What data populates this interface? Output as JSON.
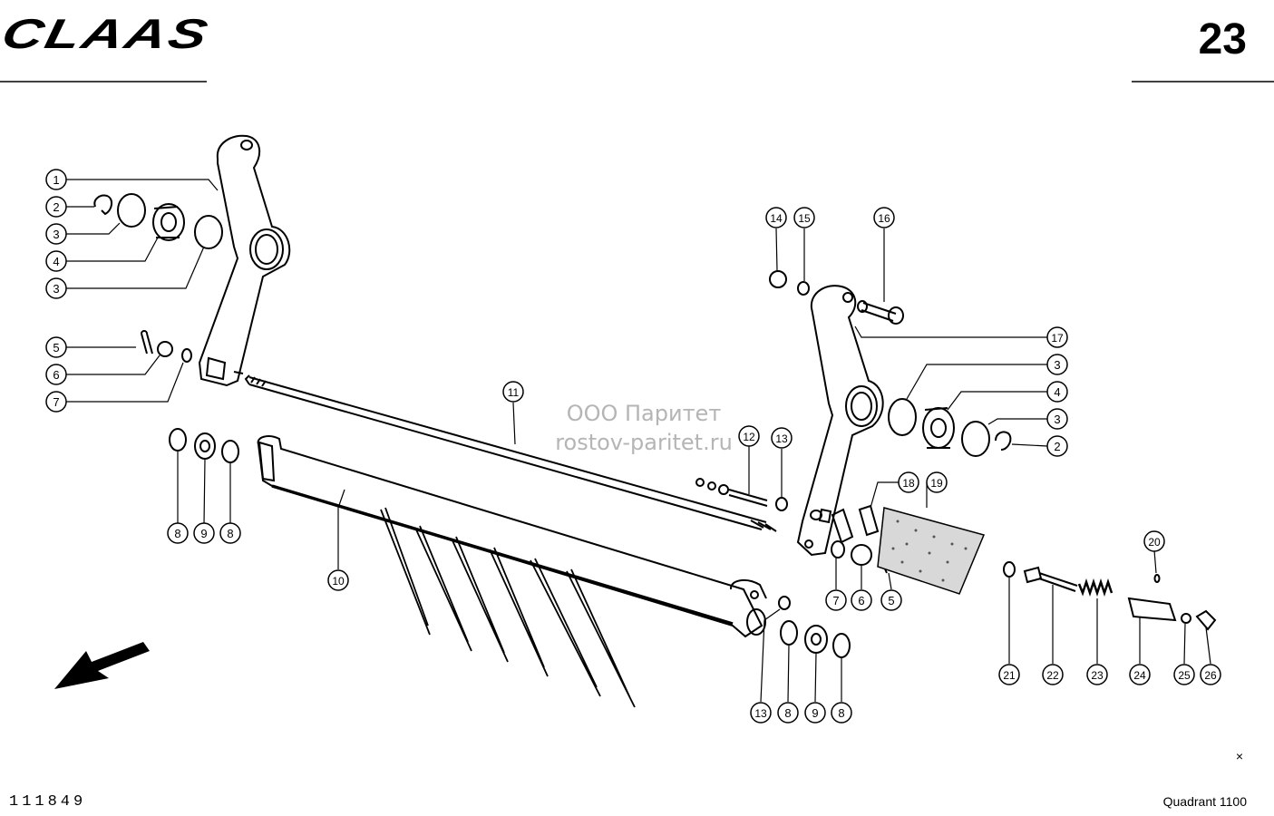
{
  "header": {
    "logo_text": "CLAAS",
    "page_number": "23"
  },
  "footer": {
    "drawing_number": "111849",
    "model": "Quadrant 1100",
    "corner_mark": "×"
  },
  "watermark": {
    "company": "ООО Паритет",
    "site": "rostov-paritet.ru"
  },
  "callouts": [
    {
      "id": "c1",
      "label": "1"
    },
    {
      "id": "c2a",
      "label": "2"
    },
    {
      "id": "c3a",
      "label": "3"
    },
    {
      "id": "c4a",
      "label": "4"
    },
    {
      "id": "c3b",
      "label": "3"
    },
    {
      "id": "c5a",
      "label": "5"
    },
    {
      "id": "c6a",
      "label": "6"
    },
    {
      "id": "c7a",
      "label": "7"
    },
    {
      "id": "c8a",
      "label": "8"
    },
    {
      "id": "c9a",
      "label": "9"
    },
    {
      "id": "c8b",
      "label": "8"
    },
    {
      "id": "c10",
      "label": "10"
    },
    {
      "id": "c11",
      "label": "11"
    },
    {
      "id": "c12",
      "label": "12"
    },
    {
      "id": "c13a",
      "label": "13"
    },
    {
      "id": "c14",
      "label": "14"
    },
    {
      "id": "c15",
      "label": "15"
    },
    {
      "id": "c16",
      "label": "16"
    },
    {
      "id": "c17",
      "label": "17"
    },
    {
      "id": "c3c",
      "label": "3"
    },
    {
      "id": "c4b",
      "label": "4"
    },
    {
      "id": "c3d",
      "label": "3"
    },
    {
      "id": "c2b",
      "label": "2"
    },
    {
      "id": "c18",
      "label": "18"
    },
    {
      "id": "c19",
      "label": "19"
    },
    {
      "id": "c7b",
      "label": "7"
    },
    {
      "id": "c6b",
      "label": "6"
    },
    {
      "id": "c5b",
      "label": "5"
    },
    {
      "id": "c20",
      "label": "20"
    },
    {
      "id": "c21",
      "label": "21"
    },
    {
      "id": "c22",
      "label": "22"
    },
    {
      "id": "c23",
      "label": "23"
    },
    {
      "id": "c24",
      "label": "24"
    },
    {
      "id": "c25",
      "label": "25"
    },
    {
      "id": "c26",
      "label": "26"
    },
    {
      "id": "c13b",
      "label": "13"
    },
    {
      "id": "c8c",
      "label": "8"
    },
    {
      "id": "c9b",
      "label": "9"
    },
    {
      "id": "c8d",
      "label": "8"
    }
  ]
}
